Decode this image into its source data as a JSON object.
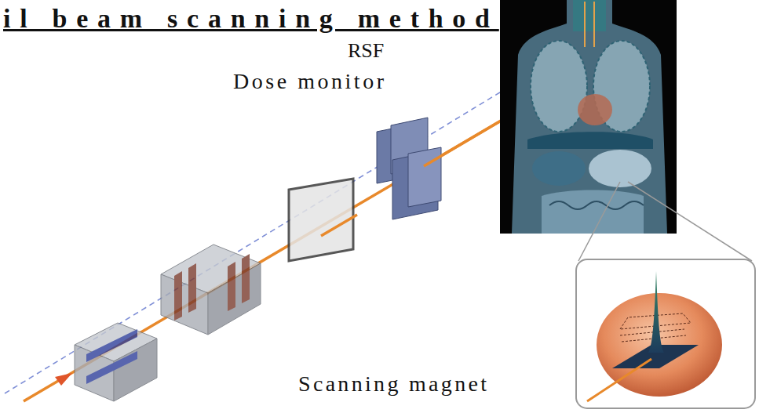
{
  "diagram": {
    "title": "il beam scanning method",
    "labels": [
      "RSF",
      "Dose monitor",
      "Scanning magnet"
    ]
  }
}
